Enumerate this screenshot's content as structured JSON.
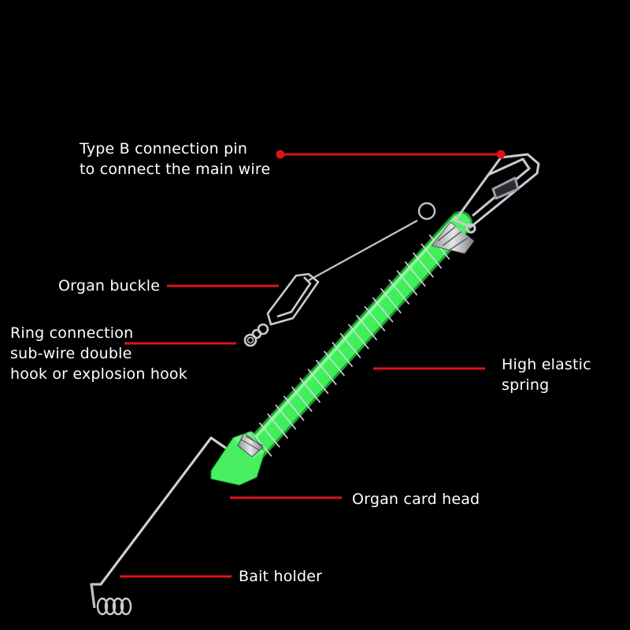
{
  "colors": {
    "background": "#000000",
    "callout_line": "#d8161b",
    "label_text": "#ffffff",
    "glow_green": "#55ff6a",
    "steel": "#c9ccd0"
  },
  "callouts": {
    "pin": {
      "line1": "Type B connection pin",
      "line2": "to connect the main wire"
    },
    "organ_buckle": {
      "line1": "Organ buckle"
    },
    "ring": {
      "line1": "Ring connection",
      "line2": "sub-wire double",
      "line3": "hook or explosion hook"
    },
    "spring": {
      "line1": "High elastic",
      "line2": "spring"
    },
    "card_head": {
      "line1": "Organ card head"
    },
    "bait_holder": {
      "line1": "Bait holder"
    }
  }
}
